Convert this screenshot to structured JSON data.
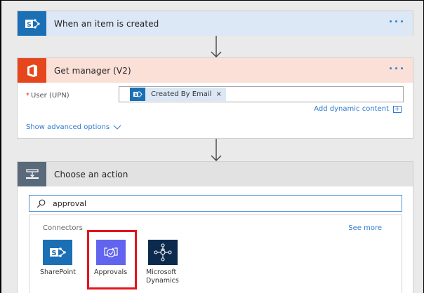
{
  "flow": {
    "trigger": {
      "title": "When an item is created",
      "icon": "sharepoint-icon",
      "header_color": "#dce8f5",
      "icon_bg": "#1a6fb5",
      "more_icon": "more-dots-icon"
    },
    "action1": {
      "title": "Get manager (V2)",
      "icon": "office365-icon",
      "header_color": "#fbe0d8",
      "icon_bg": "#e6461b",
      "more_icon": "more-dots-icon",
      "fields": {
        "user_label_required": "*",
        "user_label": "User (UPN)",
        "user_token": "Created By Email",
        "user_token_remove": "×"
      },
      "add_dynamic_content": "Add dynamic content",
      "add_dynamic_icon": "+",
      "show_advanced": "Show advanced options"
    },
    "action2": {
      "title": "Choose an action",
      "icon": "choose-action-icon",
      "header_color": "#e2e2e2",
      "icon_bg": "#5a6a7a",
      "search": {
        "value": "approval",
        "icon": "search-icon"
      },
      "connectors_label": "Connectors",
      "see_more": "See more",
      "connectors": [
        {
          "label": "SharePoint",
          "color": "#1a6fb5"
        },
        {
          "label": "Approvals",
          "color": "#6264f0",
          "highlighted": true
        },
        {
          "label": "Microsoft Dynamics",
          "label_line1": "Microsoft",
          "label_line2": "Dynamics",
          "color": "#0b2a4e"
        }
      ]
    }
  },
  "colors": {
    "link": "#2f7bd0",
    "highlight": "#e3141e",
    "background": "#eaeaea"
  }
}
